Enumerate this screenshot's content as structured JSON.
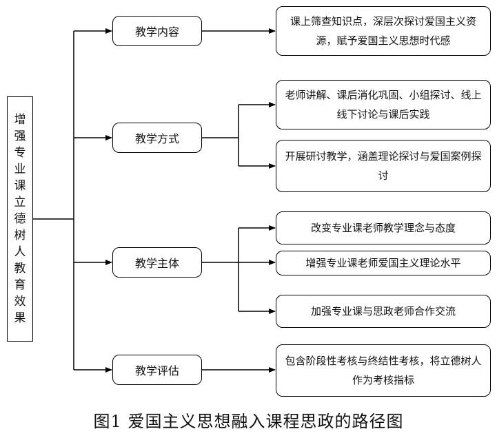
{
  "root": {
    "label": [
      "增",
      "强",
      "专",
      "业",
      "课",
      "立",
      "德",
      "树",
      "人",
      "教",
      "育",
      "效",
      "果"
    ]
  },
  "branches": [
    {
      "label": "教学内容",
      "leaves": [
        "课上筛查知识点，深层次探讨爱国主义资源，赋予爱国主义思想时代感"
      ]
    },
    {
      "label": "教学方式",
      "leaves": [
        "老师讲解、课后消化巩固、小组探讨、线上线下讨论与课后实践",
        "开展研讨教学，涵盖理论探讨与爱国案例探讨"
      ]
    },
    {
      "label": "教学主体",
      "leaves": [
        "改变专业课老师教学理念与态度",
        "增强专业课老师爱国主义理论水平",
        "加强专业课与思政老师合作交流"
      ]
    },
    {
      "label": "教学评估",
      "leaves": [
        "包含阶段性考核与终结性考核，将立德树人作为考核指标"
      ]
    }
  ],
  "caption": "图1 爱国主义思想融入课程思政的路径图"
}
